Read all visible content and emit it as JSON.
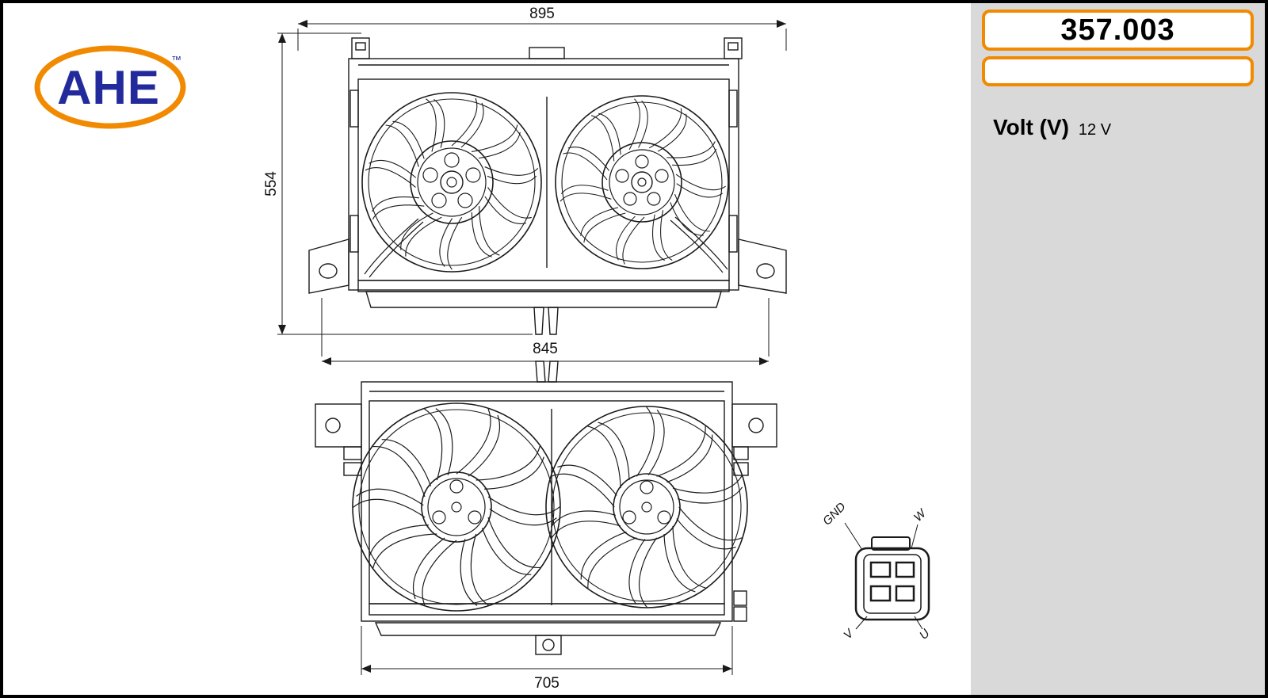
{
  "theme": {
    "accent_orange": "#f18a00",
    "logo_blue": "#232b9c",
    "panel_gray": "#d9d9d9",
    "line_color": "#1a1a1a"
  },
  "brand": {
    "name": "AHE",
    "trademark": "™"
  },
  "part_panel": {
    "part_number": "357.003",
    "volt_label": "Volt (V)",
    "volt_value": "12 V"
  },
  "drawing": {
    "view1": {
      "dim_top": "895",
      "dim_left": "554",
      "dim_bottom": "845"
    },
    "view2": {
      "dim_bottom": "705"
    },
    "connector": {
      "pin_top_left": "GND",
      "pin_top_right": "W",
      "pin_bottom_left": "V",
      "pin_bottom_right": "U"
    }
  }
}
